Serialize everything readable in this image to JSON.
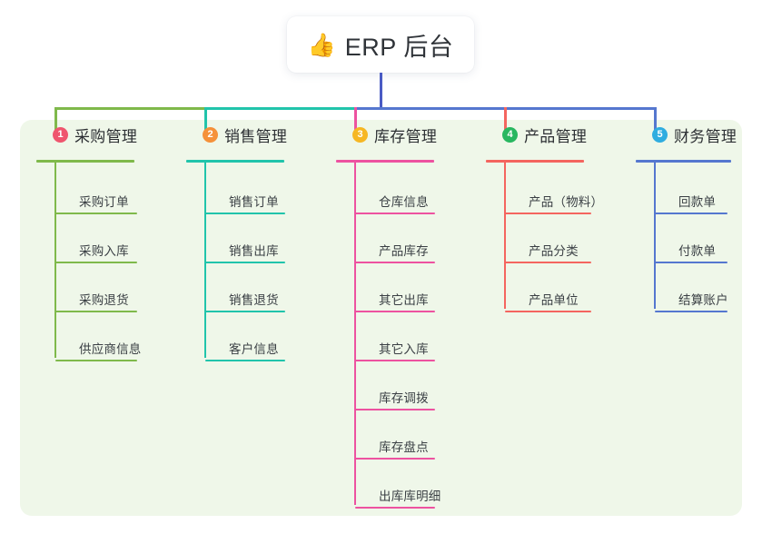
{
  "diagram": {
    "type": "mind-map",
    "root": {
      "icon": "thumbs-up-icon",
      "emoji": "👍",
      "title": "ERP 后台"
    },
    "panel_background": "#eff7e9",
    "root_stem_color": "#4a5bc4",
    "branches": [
      {
        "number": "1",
        "badge_color": "#ef556e",
        "line_color": "#7fb94b",
        "title": "采购管理",
        "children": [
          "采购订单",
          "采购入库",
          "采购退货",
          "供应商信息"
        ]
      },
      {
        "number": "2",
        "badge_color": "#f5913a",
        "line_color": "#21c4ab",
        "title": "销售管理",
        "children": [
          "销售订单",
          "销售出库",
          "销售退货",
          "客户信息"
        ]
      },
      {
        "number": "3",
        "badge_color": "#f6b724",
        "line_color": "#ed52a0",
        "title": "库存管理",
        "children": [
          "仓库信息",
          "产品库存",
          "其它出库",
          "其它入库",
          "库存调拨",
          "库存盘点",
          "出库库明细"
        ]
      },
      {
        "number": "4",
        "badge_color": "#28b760",
        "line_color": "#f4655f",
        "title": "产品管理",
        "children": [
          "产品（物料）",
          "产品分类",
          "产品单位"
        ]
      },
      {
        "number": "5",
        "badge_color": "#2fadE0",
        "line_color": "#5577cf",
        "title": "财务管理",
        "children": [
          "回款单",
          "付款单",
          "结算账户"
        ]
      }
    ]
  }
}
